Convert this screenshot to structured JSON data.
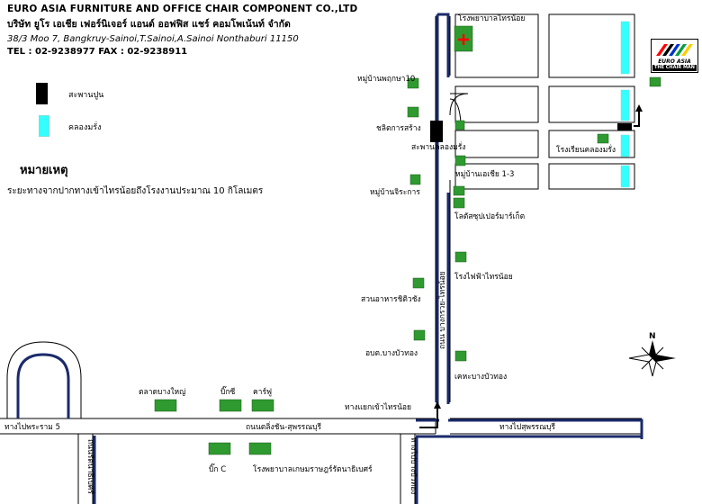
{
  "header": {
    "company_en": "EURO ASIA FURNITURE AND OFFICE CHAIR COMPONENT CO.,LTD",
    "company_th": "บริษัท ยูโร เอเชีย เฟอร์นิเจอร์ แอนด์ ออฟฟิส แชร์ คอมโพเน้นท์ จำกัด",
    "address": "38/3 Moo 7, Bangkruy-Sainoi,T.Sainoi,A.Sainoi Nonthaburi  11150",
    "contact": "TEL : 02-9238977 FAX : 02-9238911"
  },
  "legend": {
    "bridge_label": "สะพานปูน",
    "canal_label": "คลองมรั่ง",
    "bridge_color": "#000000",
    "canal_color": "#33ffff"
  },
  "notes": {
    "title": "หมายเหตุ",
    "text": "ระยะทางจากปากทางเข้าไทรน้อยถึงโรงงานประมาณ 10 กิโลเมตร"
  },
  "logo": {
    "brand": "EURO ASIA",
    "tagline": "THE CHAIR MAN"
  },
  "colors": {
    "road": "#1a2a6b",
    "landmark": "#2f9a2f",
    "canal": "#33ffff",
    "hospital_cross": "#ff0000"
  },
  "places": {
    "sainoi_hospital": "โรงพยาบาลไทรน้อย",
    "phruksa_village": "หมู่บ้านพฤกษา10",
    "construction": "ชลิตการสร้าง",
    "mrang_bridge": "สะพานคลองมรั่ง",
    "mrang_school": "โรงเรียนคลองมรั่ง",
    "asia_village": "หมู่บ้านเอเชีย 1-3",
    "chinakan_village": "หมู่บ้านจิระการ",
    "lotus": "โลตัสซุปเปอร์มาร์เก็ต",
    "power_station": "โรงไฟฟ้าไทรน้อย",
    "chitchang_garden": "สวนอาหารชิติวชัง",
    "district_office": "อบต.บางบัวทอง",
    "bangbuathong_municipality": "เคหะบางบัวทอง",
    "sainoi_junction": "ทางแยกเข้าไทรน้อย",
    "bangyai_market": "ตลาดบางใหญ่",
    "bigc": "บิ๊กซี",
    "carrefour": "คาร์ฟู",
    "bigc_lower": "บิ๊ก C",
    "hospital_lower": "โรงพยาบาลเกษมราษฎร์รัตนาธิเบศร์",
    "to_phra_ram5": "ทางไปพระราม 5",
    "road_main": "ถนนตลิ่งชัน-สุพรรณบุรี",
    "to_suphan": "ทางไปสุพรรณบุรี",
    "road_ratanathibet": "ถนนรัตนาธิเบศร์",
    "road_bangbuathong": "ทางไปบางบัวทอง",
    "road_sainoi": "ถนน บางกรวย-ไทรน้อย"
  }
}
